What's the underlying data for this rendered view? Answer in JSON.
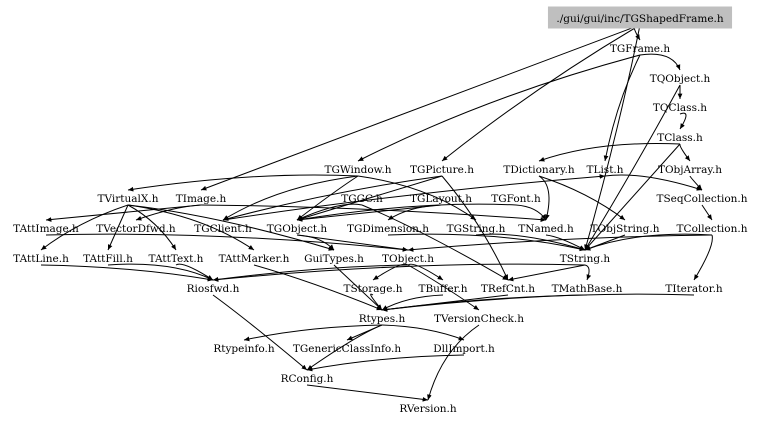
{
  "graph": {
    "root": "./gui/gui/inc/TGShapedFrame.h",
    "root_fill": "#bfbfbf",
    "text_color": "#000000",
    "nodes": [
      {
        "id": "root",
        "label": "./gui/gui/inc/TGShapedFrame.h"
      },
      {
        "id": "TGFrame",
        "label": "TGFrame.h"
      },
      {
        "id": "TQObject",
        "label": "TQObject.h"
      },
      {
        "id": "TQClass",
        "label": "TQClass.h"
      },
      {
        "id": "TClass",
        "label": "TClass.h"
      },
      {
        "id": "TGWindow",
        "label": "TGWindow.h"
      },
      {
        "id": "TGPicture",
        "label": "TGPicture.h"
      },
      {
        "id": "TDictionary",
        "label": "TDictionary.h"
      },
      {
        "id": "TList",
        "label": "TList.h"
      },
      {
        "id": "TObjArray",
        "label": "TObjArray.h"
      },
      {
        "id": "TVirtualX",
        "label": "TVirtualX.h"
      },
      {
        "id": "TImage",
        "label": "TImage.h"
      },
      {
        "id": "TGGC",
        "label": "TGGC.h"
      },
      {
        "id": "TGLayout",
        "label": "TGLayout.h"
      },
      {
        "id": "TGFont",
        "label": "TGFont.h"
      },
      {
        "id": "TSeqCollection",
        "label": "TSeqCollection.h"
      },
      {
        "id": "TAttImage",
        "label": "TAttImage.h"
      },
      {
        "id": "TVectorDfwd",
        "label": "TVectorDfwd.h"
      },
      {
        "id": "TGClient",
        "label": "TGClient.h"
      },
      {
        "id": "TGObject",
        "label": "TGObject.h"
      },
      {
        "id": "TGDimension",
        "label": "TGDimension.h"
      },
      {
        "id": "TGString",
        "label": "TGString.h"
      },
      {
        "id": "TNamed",
        "label": "TNamed.h"
      },
      {
        "id": "TObjString",
        "label": "TObjString.h"
      },
      {
        "id": "TCollection",
        "label": "TCollection.h"
      },
      {
        "id": "TAttLine",
        "label": "TAttLine.h"
      },
      {
        "id": "TAttFill",
        "label": "TAttFill.h"
      },
      {
        "id": "TAttText",
        "label": "TAttText.h"
      },
      {
        "id": "TAttMarker",
        "label": "TAttMarker.h"
      },
      {
        "id": "GuiTypes",
        "label": "GuiTypes.h"
      },
      {
        "id": "TObject",
        "label": "TObject.h"
      },
      {
        "id": "TString",
        "label": "TString.h"
      },
      {
        "id": "Riosfwd",
        "label": "Riosfwd.h"
      },
      {
        "id": "TStorage",
        "label": "TStorage.h"
      },
      {
        "id": "TBuffer",
        "label": "TBuffer.h"
      },
      {
        "id": "TRefCnt",
        "label": "TRefCnt.h"
      },
      {
        "id": "TMathBase",
        "label": "TMathBase.h"
      },
      {
        "id": "TIterator",
        "label": "TIterator.h"
      },
      {
        "id": "Rtypes",
        "label": "Rtypes.h"
      },
      {
        "id": "TVersionCheck",
        "label": "TVersionCheck.h"
      },
      {
        "id": "Rtypeinfo",
        "label": "Rtypeinfo.h"
      },
      {
        "id": "TGenericClassInfo",
        "label": "TGenericClassInfo.h"
      },
      {
        "id": "DllImport",
        "label": "DllImport.h"
      },
      {
        "id": "RConfig",
        "label": "RConfig.h"
      },
      {
        "id": "RVersion",
        "label": "RVersion.h"
      }
    ]
  }
}
